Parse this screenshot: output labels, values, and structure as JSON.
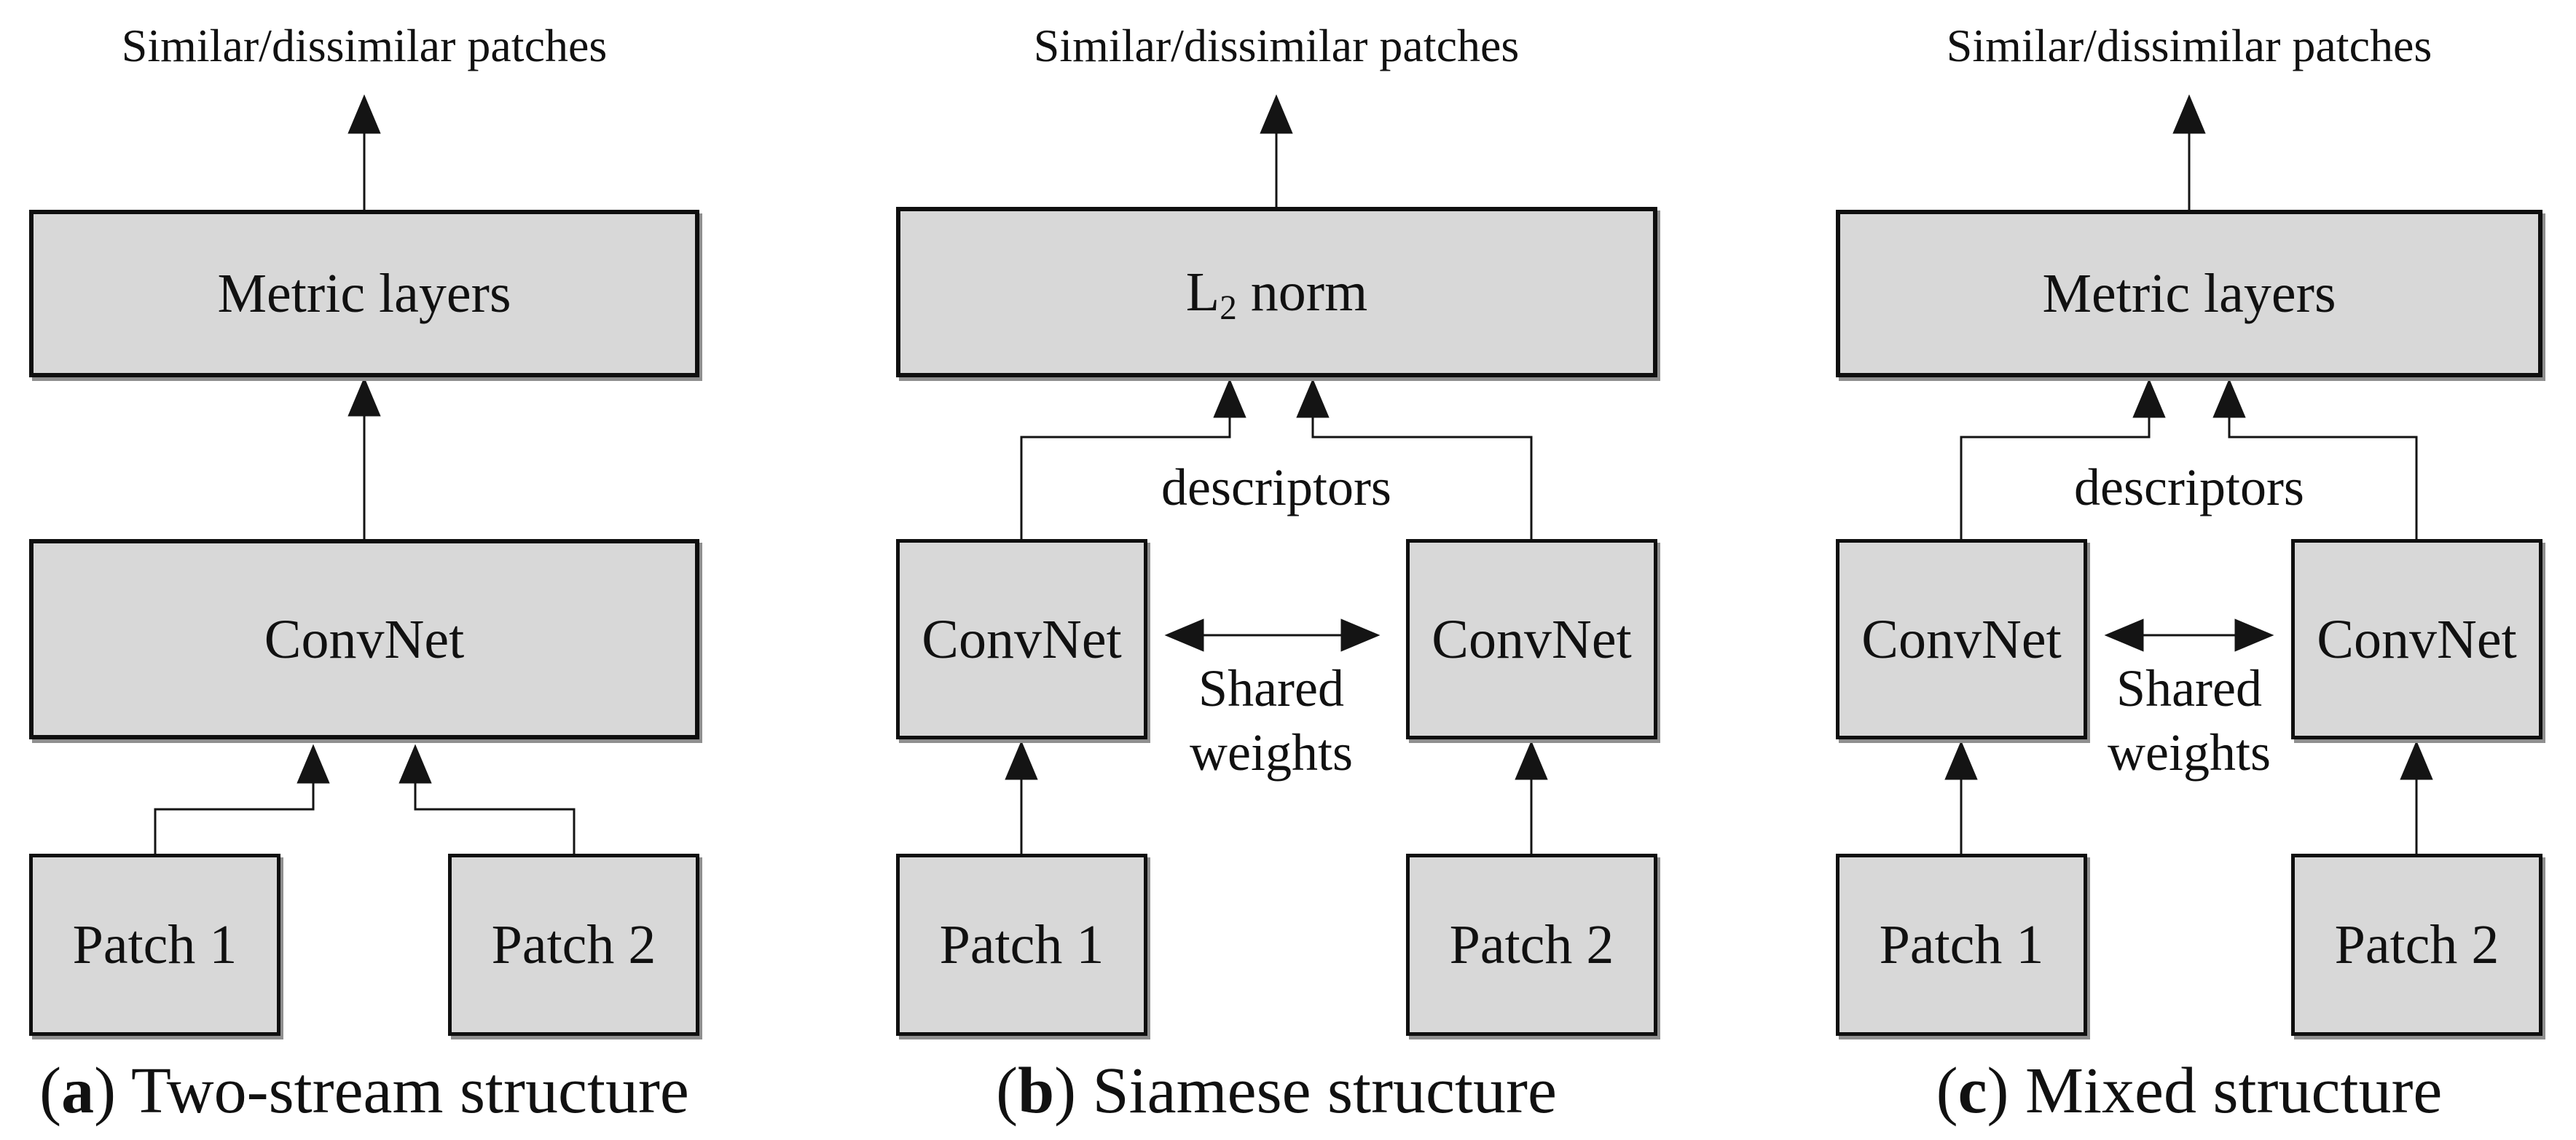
{
  "colors": {
    "background": "#ffffff",
    "box_fill": "#d8d8d8",
    "box_border": "#0f0f0f",
    "box_shadow": "#8f8f8f",
    "line": "#141414",
    "text": "#111111"
  },
  "panels": [
    {
      "label_output": "Similar/dissimilar patches",
      "boxes": {
        "top": "Metric layers",
        "convnet": "ConvNet",
        "patch1": "Patch 1",
        "patch2": "Patch 2"
      },
      "caption": {
        "open": "(",
        "letter": "a",
        "close": ")",
        "text": " Two-stream structure"
      }
    },
    {
      "label_output": "Similar/dissimilar patches",
      "boxes": {
        "top_base": "L",
        "top_sub": "2",
        "top_rest": " norm",
        "convnet_left": "ConvNet",
        "convnet_right": "ConvNet",
        "patch1": "Patch 1",
        "patch2": "Patch 2"
      },
      "labels": {
        "descriptors": "descriptors",
        "shared_weights_line1": "Shared",
        "shared_weights_line2": "weights"
      },
      "caption": {
        "open": "(",
        "letter": "b",
        "close": ")",
        "text": " Siamese structure"
      }
    },
    {
      "label_output": "Similar/dissimilar patches",
      "boxes": {
        "top": "Metric layers",
        "convnet_left": "ConvNet",
        "convnet_right": "ConvNet",
        "patch1": "Patch 1",
        "patch2": "Patch 2"
      },
      "labels": {
        "descriptors": "descriptors",
        "shared_weights_line1": "Shared",
        "shared_weights_line2": "weights"
      },
      "caption": {
        "open": "(",
        "letter": "c",
        "close": ")",
        "text": " Mixed structure"
      }
    }
  ]
}
